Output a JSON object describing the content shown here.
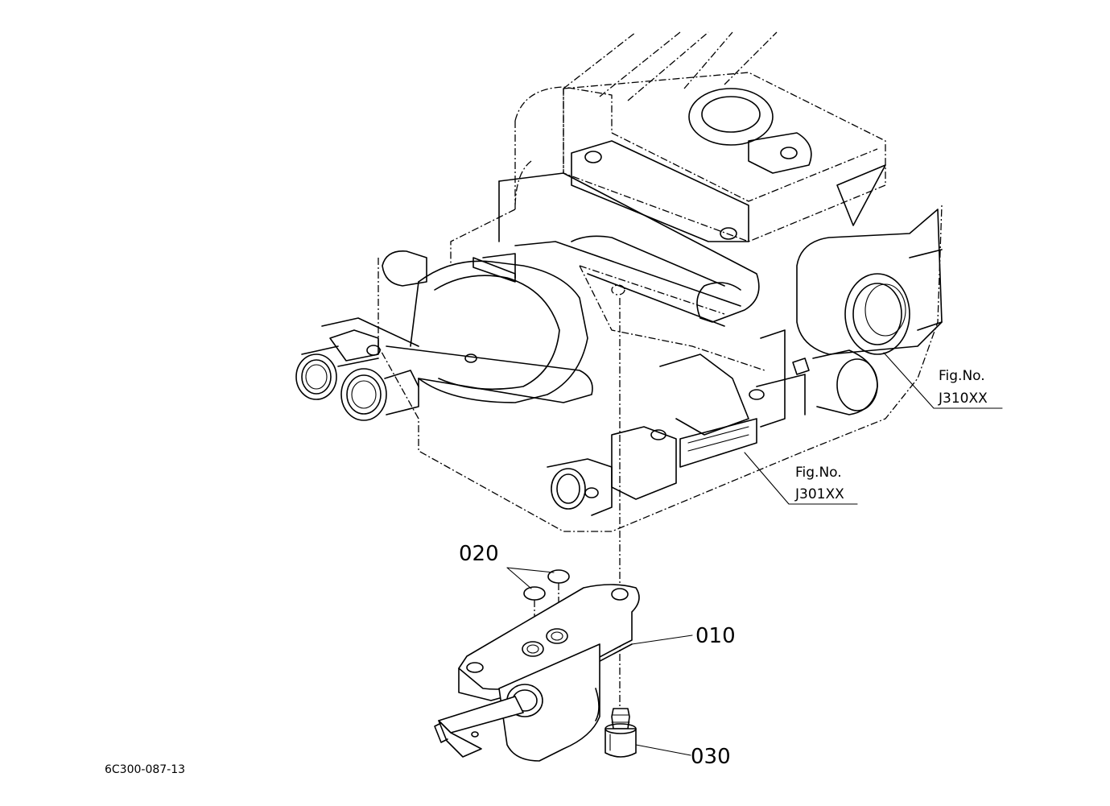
{
  "parts": {
    "p010": "010",
    "p020": "020",
    "p030": "030"
  },
  "figure_refs": [
    {
      "title": "Fig.No.",
      "code": "J310XX"
    },
    {
      "title": "Fig.No.",
      "code": "J301XX"
    }
  ],
  "diagram_code": "6C300-087-13"
}
